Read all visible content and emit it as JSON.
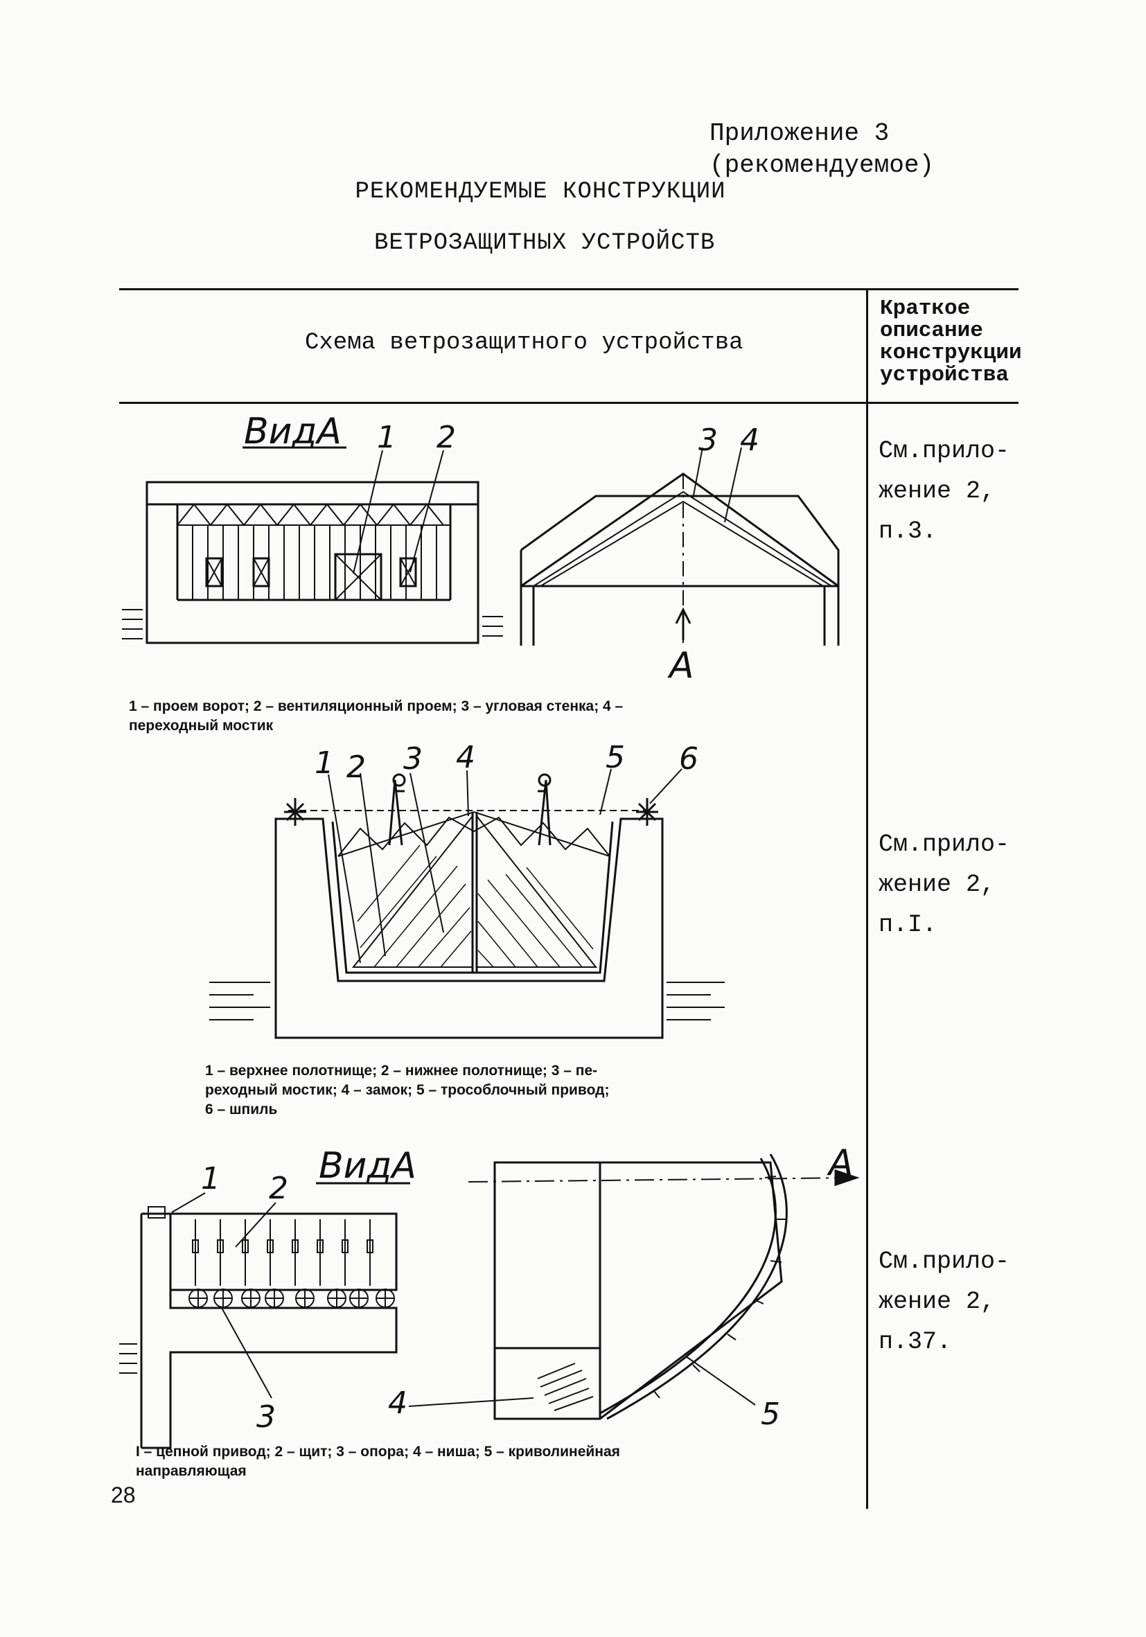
{
  "header": {
    "appendix_line1": "Приложение 3",
    "appendix_line2": "(рекомендуемое)",
    "title_line1": "РЕКОМЕНДУЕМЫЕ КОНСТРУКЦИИ",
    "title_line2": "ВЕТРОЗАЩИТНЫХ УСТРОЙСТВ"
  },
  "table": {
    "col1_header": "Схема ветрозащитного устройства",
    "col2_header": [
      "Краткое",
      "описание",
      "конструкции",
      "устройства"
    ]
  },
  "rows": [
    {
      "vid_label": "ВидА",
      "section_label": "А",
      "callouts": [
        "1",
        "2",
        "3",
        "4"
      ],
      "caption_line1": "1 – проем ворот; 2 – вентиляционный проем; 3 – угловая стенка; 4 –",
      "caption_line2": "переходный мостик",
      "ref": [
        "См.прило-",
        "жение 2,",
        "п.3."
      ]
    },
    {
      "callouts": [
        "1",
        "2",
        "3",
        "4",
        "5",
        "6"
      ],
      "caption_line1": "1 – верхнее полотнище; 2 – нижнее полотнище; 3 – пе-",
      "caption_line2": "реходный мостик; 4 – замок; 5 – трособлочный привод;",
      "caption_line3": "6 – шпиль",
      "ref": [
        "См.прило-",
        "жение 2,",
        "п.I."
      ]
    },
    {
      "vid_label": "ВидА",
      "section_label": "А",
      "callouts": [
        "1",
        "2",
        "3",
        "4",
        "5"
      ],
      "caption_line1": "I – цепной привод; 2 – щит; 3 – опора; 4 – ниша; 5 – криволинейная",
      "caption_line2": "направляющая",
      "ref": [
        "См.прило-",
        "жение 2,",
        "п.37."
      ]
    }
  ],
  "page_number": "28"
}
